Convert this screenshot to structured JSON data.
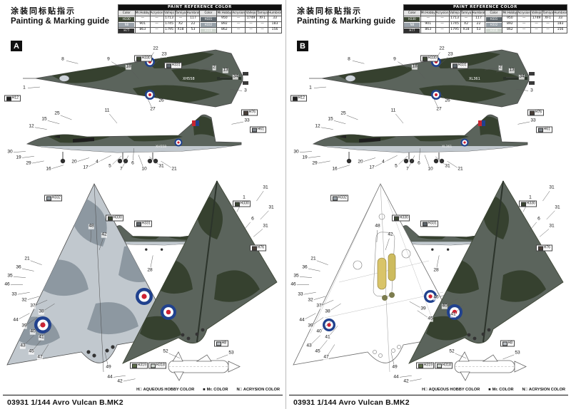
{
  "paint_table": {
    "title": "PAINT REFERENCE COLOR",
    "columns": [
      "Color",
      "Mr.Hobby",
      "Acrysion",
      "Vallejo",
      "Tamiya",
      "Humbrol"
    ],
    "rows": [
      {
        "left": {
          "code": "H330",
          "swatch": "#3c4733",
          "values": [
            "—",
            "—",
            "1713",
            "—",
            "117"
          ]
        },
        "right": {
          "code": "H331",
          "swatch": "#5d666c",
          "values": [
            "950",
            "—",
            "1749",
            "XF1",
            "33"
          ]
        }
      },
      {
        "left": {
          "code": "N8",
          "swatch": "#9aa2aa",
          "values": [
            "901",
            "—",
            "1745",
            "X2",
            "22"
          ]
        },
        "right": {
          "code": "H332",
          "swatch": "#97a1a8",
          "values": [
            "892",
            "—",
            "—",
            "—",
            "183"
          ]
        }
      },
      {
        "left": {
          "code": "H77",
          "swatch": "#2f2f2f",
          "values": [
            "863",
            "—",
            "1795",
            "X18",
            "53"
          ]
        },
        "right": {
          "code": "H318",
          "swatch": "#cfd6cf",
          "values": [
            "862",
            "—",
            "—",
            "—",
            "156"
          ]
        }
      }
    ]
  },
  "legend": {
    "items": [
      {
        "symbol": "H□",
        "label": "AQUEOUS HOBBY COLOR"
      },
      {
        "symbol": "■",
        "label": "Mr. COLOR"
      },
      {
        "symbol": "N□",
        "label": "ACRYSION COLOR"
      }
    ]
  },
  "panels": [
    {
      "badge": "A",
      "title_cjk": "涂装同标贴指示",
      "title_en": "Painting & Marking guide",
      "footer": "03931 1/144  Avro Vulcan B.MK2",
      "serial": "XH558",
      "underside_style": "camo",
      "leader_foci": [
        [
          190,
          44
        ],
        [
          184,
          136
        ],
        [
          215,
          268
        ],
        [
          120,
          330
        ],
        [
          276,
          330
        ],
        [
          274,
          448
        ]
      ],
      "callouts": [
        [
          "22",
          214,
          3
        ],
        [
          "23",
          226,
          11
        ],
        [
          "8",
          84,
          18
        ],
        [
          "9",
          148,
          18
        ],
        [
          "18",
          176,
          28
        ],
        [
          "2",
          296,
          29
        ],
        [
          "13",
          312,
          33
        ],
        [
          "34",
          326,
          42
        ],
        [
          "3",
          340,
          62
        ],
        [
          "26",
          222,
          76
        ],
        [
          "27",
          210,
          88
        ],
        [
          "11",
          146,
          90
        ],
        [
          "1",
          30,
          58
        ],
        [
          "25",
          76,
          94
        ],
        [
          "15",
          58,
          102
        ],
        [
          "12",
          40,
          112
        ],
        [
          "33",
          342,
          104
        ],
        [
          "30",
          10,
          148
        ],
        [
          "19",
          22,
          156
        ],
        [
          "29",
          36,
          164
        ],
        [
          "16",
          64,
          172
        ],
        [
          "20",
          100,
          162
        ],
        [
          "17",
          116,
          170
        ],
        [
          "4",
          132,
          162
        ],
        [
          "5",
          150,
          168
        ],
        [
          "7",
          166,
          172
        ],
        [
          "6",
          182,
          164
        ],
        [
          "10",
          198,
          172
        ],
        [
          "31",
          222,
          168
        ],
        [
          "21",
          240,
          172
        ],
        [
          "31",
          368,
          198
        ],
        [
          "31",
          376,
          226
        ],
        [
          "31",
          368,
          252
        ],
        [
          "6",
          350,
          242
        ],
        [
          "1",
          338,
          212
        ],
        [
          "48",
          124,
          252
        ],
        [
          "42",
          142,
          264
        ],
        [
          "28",
          206,
          314
        ],
        [
          "21",
          34,
          298
        ],
        [
          "36",
          22,
          310
        ],
        [
          "35",
          10,
          322
        ],
        [
          "46",
          6,
          334
        ],
        [
          "33",
          16,
          348
        ],
        [
          "32",
          30,
          356
        ],
        [
          "37",
          42,
          364
        ],
        [
          "38",
          54,
          372
        ],
        [
          "44",
          18,
          384
        ],
        [
          "39",
          30,
          392
        ],
        [
          "40",
          42,
          400
        ],
        [
          "41",
          54,
          408
        ],
        [
          "43",
          28,
          420
        ],
        [
          "45",
          40,
          428
        ],
        [
          "47",
          52,
          436
        ],
        [
          "49",
          148,
          450
        ],
        [
          "44",
          150,
          464
        ],
        [
          "42",
          164,
          470
        ],
        [
          "52",
          228,
          428
        ],
        [
          "53",
          320,
          430
        ]
      ],
      "chips": [
        [
          "H330",
          "#3c4733",
          186,
          16
        ],
        [
          "H331",
          "#5d666c",
          228,
          26
        ],
        [
          "H12",
          "#1e1e1e",
          4,
          72
        ],
        [
          "H76",
          "#4a3f38",
          336,
          92
        ],
        [
          "H61",
          "#7f868c",
          348,
          116
        ],
        [
          "H330",
          "#3c4733",
          146,
          240
        ],
        [
          "H331",
          "#5d666c",
          186,
          248
        ],
        [
          "H332",
          "#97a1a8",
          60,
          212
        ],
        [
          "H330",
          "#3c4733",
          324,
          220
        ],
        [
          "H76",
          "#4a3f38",
          348,
          282
        ],
        [
          "H319",
          "#5c6e46",
          180,
          447
        ],
        [
          "H318",
          "#cfd6cf",
          206,
          447
        ],
        [
          "H8",
          "#b9bec3",
          298,
          416
        ]
      ]
    },
    {
      "badge": "B",
      "title_cjk": "涂装同标贴指示",
      "title_en": "Painting & Marking guide",
      "footer": "03931 1/144  Avro Vulcan B.MK2",
      "serial": "XL361",
      "underside_style": "lineart",
      "leader_foci": [
        [
          190,
          44
        ],
        [
          184,
          136
        ],
        [
          215,
          268
        ],
        [
          120,
          330
        ],
        [
          276,
          330
        ],
        [
          274,
          448
        ]
      ],
      "callouts": [
        [
          "22",
          214,
          3
        ],
        [
          "23",
          226,
          11
        ],
        [
          "8",
          84,
          18
        ],
        [
          "9",
          148,
          18
        ],
        [
          "18",
          176,
          28
        ],
        [
          "2",
          296,
          29
        ],
        [
          "13",
          312,
          33
        ],
        [
          "34",
          326,
          42
        ],
        [
          "3",
          340,
          62
        ],
        [
          "26",
          222,
          76
        ],
        [
          "27",
          210,
          88
        ],
        [
          "11",
          146,
          90
        ],
        [
          "1",
          30,
          58
        ],
        [
          "25",
          76,
          94
        ],
        [
          "15",
          58,
          102
        ],
        [
          "12",
          40,
          112
        ],
        [
          "33",
          342,
          104
        ],
        [
          "30",
          10,
          148
        ],
        [
          "19",
          22,
          156
        ],
        [
          "29",
          36,
          164
        ],
        [
          "16",
          64,
          172
        ],
        [
          "20",
          100,
          162
        ],
        [
          "17",
          116,
          170
        ],
        [
          "4",
          132,
          162
        ],
        [
          "5",
          150,
          168
        ],
        [
          "7",
          166,
          172
        ],
        [
          "6",
          182,
          164
        ],
        [
          "10",
          198,
          172
        ],
        [
          "31",
          222,
          168
        ],
        [
          "21",
          240,
          172
        ],
        [
          "31",
          368,
          198
        ],
        [
          "31",
          376,
          226
        ],
        [
          "31",
          368,
          252
        ],
        [
          "6",
          350,
          242
        ],
        [
          "1",
          338,
          212
        ],
        [
          "48",
          124,
          252
        ],
        [
          "42",
          142,
          264
        ],
        [
          "28",
          206,
          314
        ],
        [
          "21",
          34,
          298
        ],
        [
          "36",
          22,
          310
        ],
        [
          "35",
          10,
          322
        ],
        [
          "46",
          6,
          334
        ],
        [
          "33",
          16,
          348
        ],
        [
          "32",
          30,
          356
        ],
        [
          "37",
          42,
          364
        ],
        [
          "38",
          54,
          372
        ],
        [
          "44",
          18,
          384
        ],
        [
          "39",
          30,
          392
        ],
        [
          "40",
          42,
          400
        ],
        [
          "41",
          54,
          408
        ],
        [
          "43",
          28,
          420
        ],
        [
          "45",
          40,
          428
        ],
        [
          "47",
          52,
          436
        ],
        [
          "49",
          148,
          450
        ],
        [
          "44",
          150,
          464
        ],
        [
          "42",
          164,
          470
        ],
        [
          "52",
          228,
          428
        ],
        [
          "53",
          320,
          430
        ],
        [
          "46",
          206,
          352
        ],
        [
          "40",
          218,
          364
        ],
        [
          "41",
          230,
          376
        ],
        [
          "39",
          188,
          368
        ],
        [
          "45",
          198,
          382
        ]
      ],
      "chips": [
        [
          "H330",
          "#3c4733",
          186,
          16
        ],
        [
          "H331",
          "#5d666c",
          228,
          26
        ],
        [
          "H12",
          "#1e1e1e",
          4,
          72
        ],
        [
          "H76",
          "#4a3f38",
          336,
          92
        ],
        [
          "H61",
          "#7f868c",
          348,
          116
        ],
        [
          "H330",
          "#3c4733",
          146,
          240
        ],
        [
          "H331",
          "#5d666c",
          186,
          248
        ],
        [
          "H332",
          "#97a1a8",
          60,
          212
        ],
        [
          "H330",
          "#3c4733",
          324,
          220
        ],
        [
          "H76",
          "#4a3f38",
          348,
          282
        ],
        [
          "H319",
          "#5c6e46",
          180,
          447
        ],
        [
          "H318",
          "#cfd6cf",
          206,
          447
        ],
        [
          "H8",
          "#b9bec3",
          298,
          416
        ]
      ]
    }
  ]
}
